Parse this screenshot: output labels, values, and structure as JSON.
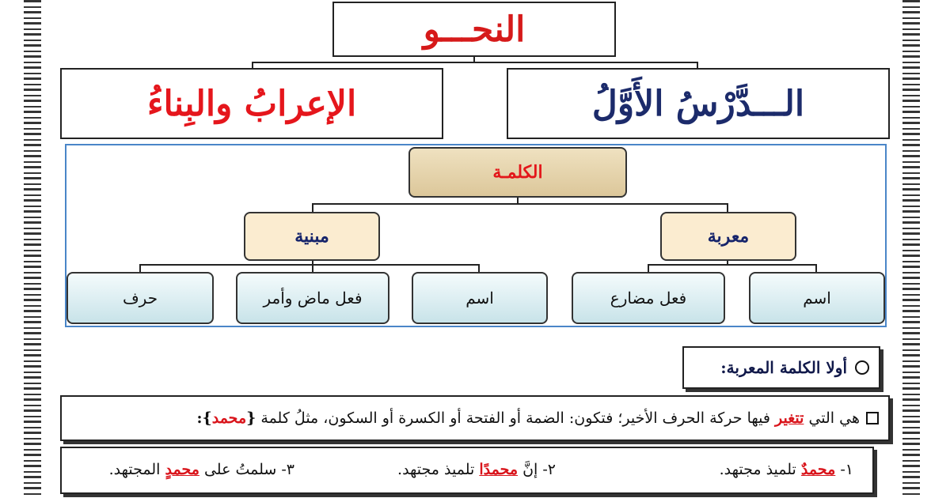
{
  "title": "النحـــو",
  "lesson_title": "الـــدَّرْسُ الأَوَّلُ",
  "topic_title": "الإعرابُ والبِناءُ",
  "diagram": {
    "root": "الكلمـة",
    "categories": {
      "declinable": "معربة",
      "indeclinable": "مبنية"
    },
    "leaves": {
      "declinable_noun": "اسم",
      "declinable_verb": "فعل مضارع",
      "indeclinable_noun": "اسم",
      "indeclinable_verb": "فعل ماض وأمر",
      "indeclinable_particle": "حرف"
    }
  },
  "section_heading": "أولا الكلمة المعربة:",
  "definition": {
    "prefix": "هي التي",
    "keyword": "تتغير",
    "middle": "فيها حركة الحرف الأخير؛ فتكون: الضمة أو الفتحة أو الكسرة أو السكون، مثلُ كلمة",
    "open_brace": "{",
    "example_word": "محمد",
    "close_brace": "}:"
  },
  "examples": [
    {
      "num": "١-",
      "word": "محمدٌ",
      "rest": "تلميذ مجتهد."
    },
    {
      "num": "٢- إنَّ",
      "word": "محمدًا",
      "rest": "تلميذ مجتهد."
    },
    {
      "num": "٣- سلمتُ على",
      "word": "محمدٍ",
      "rest": "المجتهد."
    }
  ],
  "colors": {
    "title_red": "#d61a1a",
    "lesson_navy": "#1c2b6b",
    "diagram_border": "#4a86c8",
    "root_fill": "#dcc79a",
    "category_fill": "#fbecd0",
    "leaf_fill": "#c8e3e9"
  }
}
